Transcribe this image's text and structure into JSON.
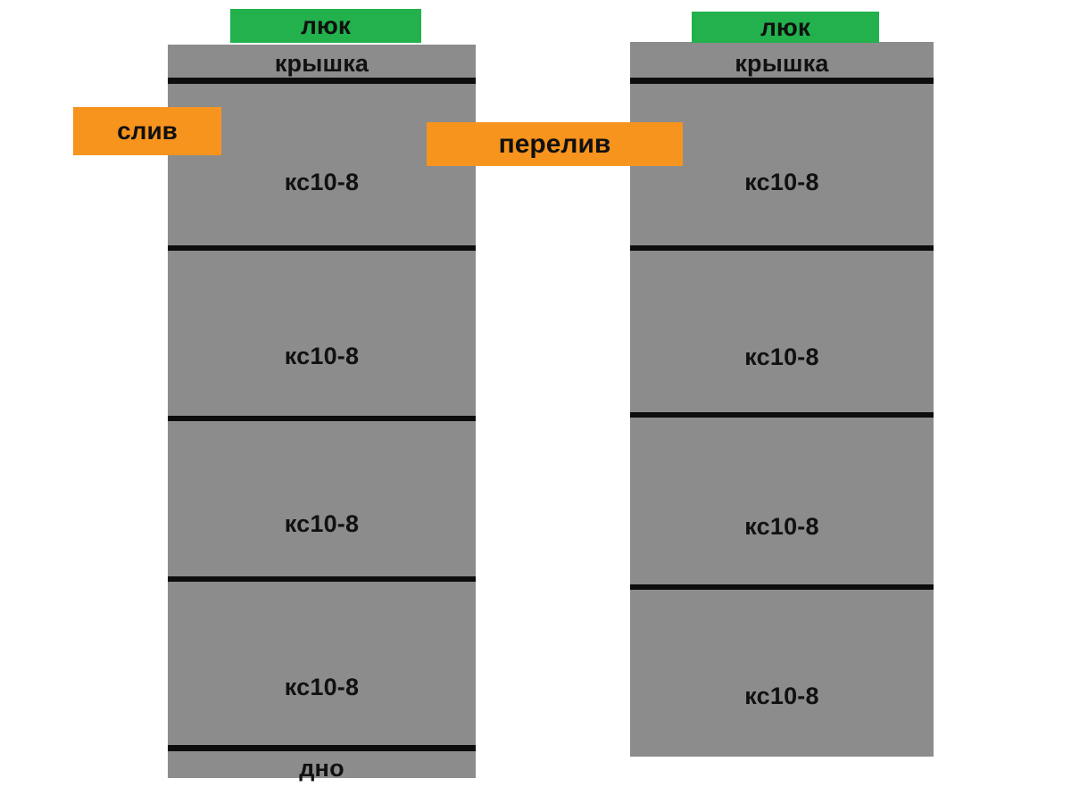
{
  "diagram": {
    "title": "Septic tank concrete ring assembly schematic",
    "colors": {
      "tank_body": "#8c8c8c",
      "hatch_green": "#22b14c",
      "pipe_orange": "#f7941e",
      "line_black": "#0d0d0d",
      "background": "#ffffff"
    },
    "tanks": [
      {
        "id": "left",
        "name": "left-tank",
        "hatch_label": "люк",
        "lid_label": "крышка",
        "ring_labels": [
          "кс10-8",
          "кс10-8",
          "кс10-8",
          "кс10-8"
        ],
        "bottom_label": "дно"
      },
      {
        "id": "right",
        "name": "right-tank",
        "hatch_label": "люк",
        "lid_label": "крышка",
        "ring_labels": [
          "кс10-8",
          "кс10-8",
          "кс10-8",
          "кс10-8"
        ],
        "bottom_label": ""
      }
    ],
    "pipes": [
      {
        "id": "drain",
        "label": "слив"
      },
      {
        "id": "overflow",
        "label": "перелив"
      }
    ]
  }
}
